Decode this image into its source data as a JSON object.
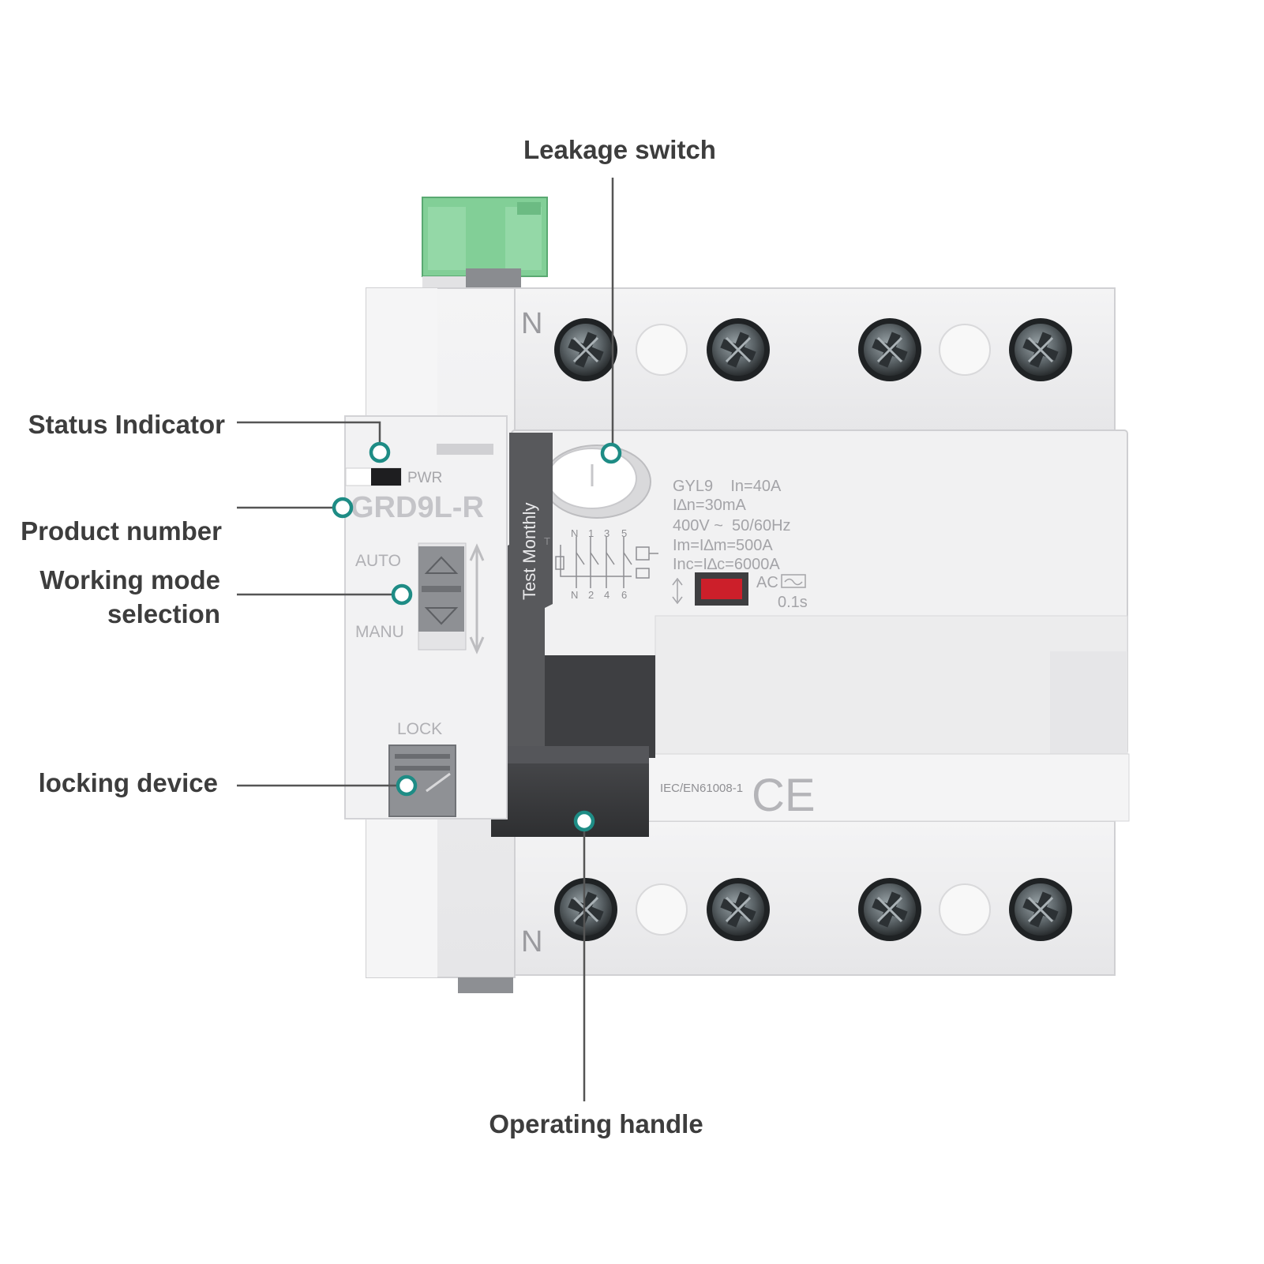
{
  "colors": {
    "accent": "#1e8c85",
    "callout_text": "#3d3d3d",
    "leader_line": "#555555",
    "device_body": "#eeeeef",
    "terminal_block": "#7fcb94",
    "handle": "#3a3b3d",
    "test_window": "#cc1f2a"
  },
  "callouts": {
    "leakage_switch": "Leakage switch",
    "status_indicator": "Status Indicator",
    "product_number": "Product number",
    "working_mode_line1": "Working mode",
    "working_mode_line2": "selection",
    "locking_device": "locking device",
    "operating_handle": "Operating handle"
  },
  "device": {
    "neutral_top": "N",
    "neutral_bottom": "N",
    "pwr_label": "PWR",
    "model": "GRD9L-R",
    "auto_label": "AUTO",
    "manu_label": "MANU",
    "lock_label": "LOCK",
    "test_text": "Test Monthly",
    "spec_line1": "GYL9    In=40A",
    "spec_line2": "I∆n=30mA",
    "spec_line3": "400V ~  50/60Hz",
    "spec_line4": "Im=I∆m=500A",
    "spec_line5": "Inc=I∆c=6000A",
    "spec_ac": "AC",
    "spec_time": "0.1s",
    "standard": "IEC/EN61008-1",
    "ce_mark": "CE",
    "diagram_top_n": "N",
    "diagram_top_1": "1",
    "diagram_top_3": "3",
    "diagram_top_5": "5",
    "diagram_bottom_n": "N",
    "diagram_bottom_2": "2",
    "diagram_bottom_4": "4",
    "diagram_bottom_6": "6",
    "diagram_t": "T"
  },
  "icons": {
    "terminal_screw": "screw-icon",
    "marker": "circle-marker-icon",
    "mode_arrows": "double-arrow-icon"
  }
}
